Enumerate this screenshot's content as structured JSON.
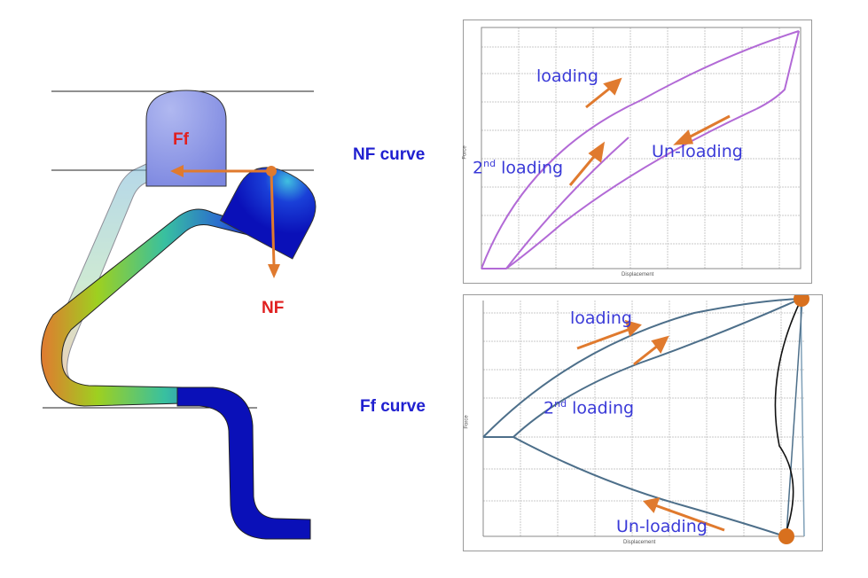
{
  "fea": {
    "ff_label": "Ff",
    "nf_label": "NF"
  },
  "captions": {
    "nf_curve": "NF curve",
    "ff_curve": "Ff curve"
  },
  "nf_plot": {
    "ylabel": "Force",
    "xlabel": "Displacement",
    "anno_loading": "loading",
    "anno_second_num": "2",
    "anno_second_sup": "nd",
    "anno_second_text": " loading",
    "anno_unloading": "Un-loading",
    "curve_color": "#b26ad6"
  },
  "ff_plot": {
    "ylabel": "Force",
    "xlabel": "Displacement",
    "anno_loading": "loading",
    "anno_second_num": "2",
    "anno_second_sup": "nd",
    "anno_second_text": " loading",
    "anno_unloading": "Un-loading",
    "curve_color": "#4d6f8a"
  },
  "colors": {
    "arrow": "#e07a2e",
    "annotation": "#3a3ad8",
    "caption": "#2020d0",
    "force_label": "#e02020",
    "deep_blue": "#0a10b8"
  }
}
